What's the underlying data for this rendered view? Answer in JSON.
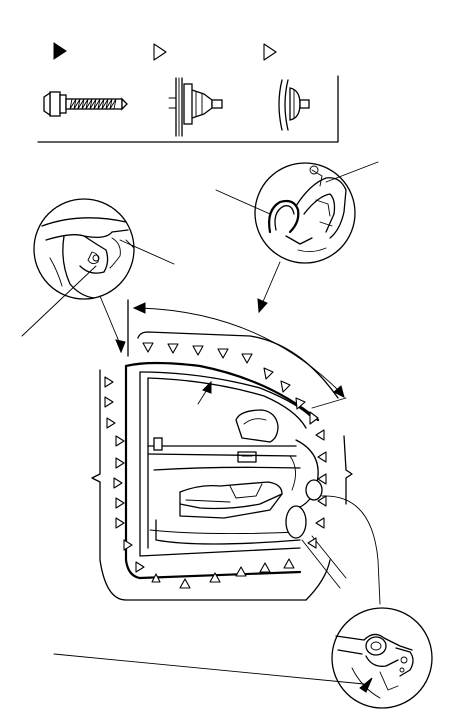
{
  "legend": {
    "items": [
      {
        "marker": "filled-triangle",
        "part": "screw"
      },
      {
        "marker": "open-triangle",
        "part": "clip"
      },
      {
        "marker": "open-triangle",
        "part": "clip"
      }
    ]
  }
}
